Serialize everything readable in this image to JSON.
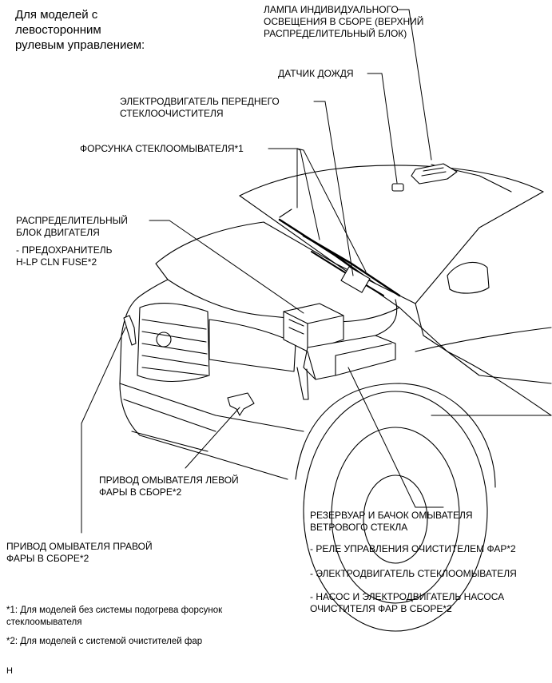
{
  "header": {
    "line1": "Для моделей с",
    "line2": "левосторонним",
    "line3": "рулевым управлением:"
  },
  "labels": {
    "room_lamp": [
      "ЛАМПА ИНДИВИДУАЛЬНОГО",
      "ОСВЕЩЕНИЯ В СБОРЕ (ВЕРХНИЙ",
      "РАСПРЕДЕЛИТЕЛЬНЫЙ БЛОК)"
    ],
    "rain_sensor": "ДАТЧИК ДОЖДЯ",
    "wiper_motor": [
      "ЭЛЕКТРОДВИГАТЕЛЬ ПЕРЕДНЕГО",
      "СТЕКЛООЧИСТИТЕЛЯ"
    ],
    "washer_nozzle": "ФОРСУНКА СТЕКЛООМЫВАТЕЛЯ*1",
    "engine_relay_block": [
      "РАСПРЕДЕЛИТЕЛЬНЫЙ",
      "БЛОК ДВИГАТЕЛЯ"
    ],
    "fuse": [
      "- ПРЕДОХРАНИТЕЛЬ",
      "H-LP CLN FUSE*2"
    ],
    "left_headlamp_washer": [
      "ПРИВОД ОМЫВАТЕЛЯ ЛЕВОЙ",
      "ФАРЫ В СБОРЕ*2"
    ],
    "right_headlamp_washer": [
      "ПРИВОД ОМЫВАТЕЛЯ ПРАВОЙ",
      "ФАРЫ В СБОРЕ*2"
    ],
    "washer_tank": [
      "РЕЗЕРВУАР И БАЧОК ОМЫВАТЕЛЯ",
      "ВЕТРОВОГО СТЕКЛА"
    ],
    "tank_items": [
      "- РЕЛЕ УПРАВЛЕНИЯ ОЧИСТИТЕЛЕМ ФАР*2",
      "- ЭЛЕКТРОДВИГАТЕЛЬ СТЕКЛООМЫВАТЕЛЯ",
      "- НАСОС И ЭЛЕКТРОДВИГАТЕЛЬ НАСОСА",
      "ОЧИСТИТЕЛЯ ФАР В СБОРЕ*2"
    ]
  },
  "footnotes": {
    "note1_line1": "*1: Для моделей без системы подогрева форсунок",
    "note1_line2": "стеклоомывателя",
    "note2": "*2: Для моделей с системой очистителей фар"
  },
  "figure_code": "H"
}
